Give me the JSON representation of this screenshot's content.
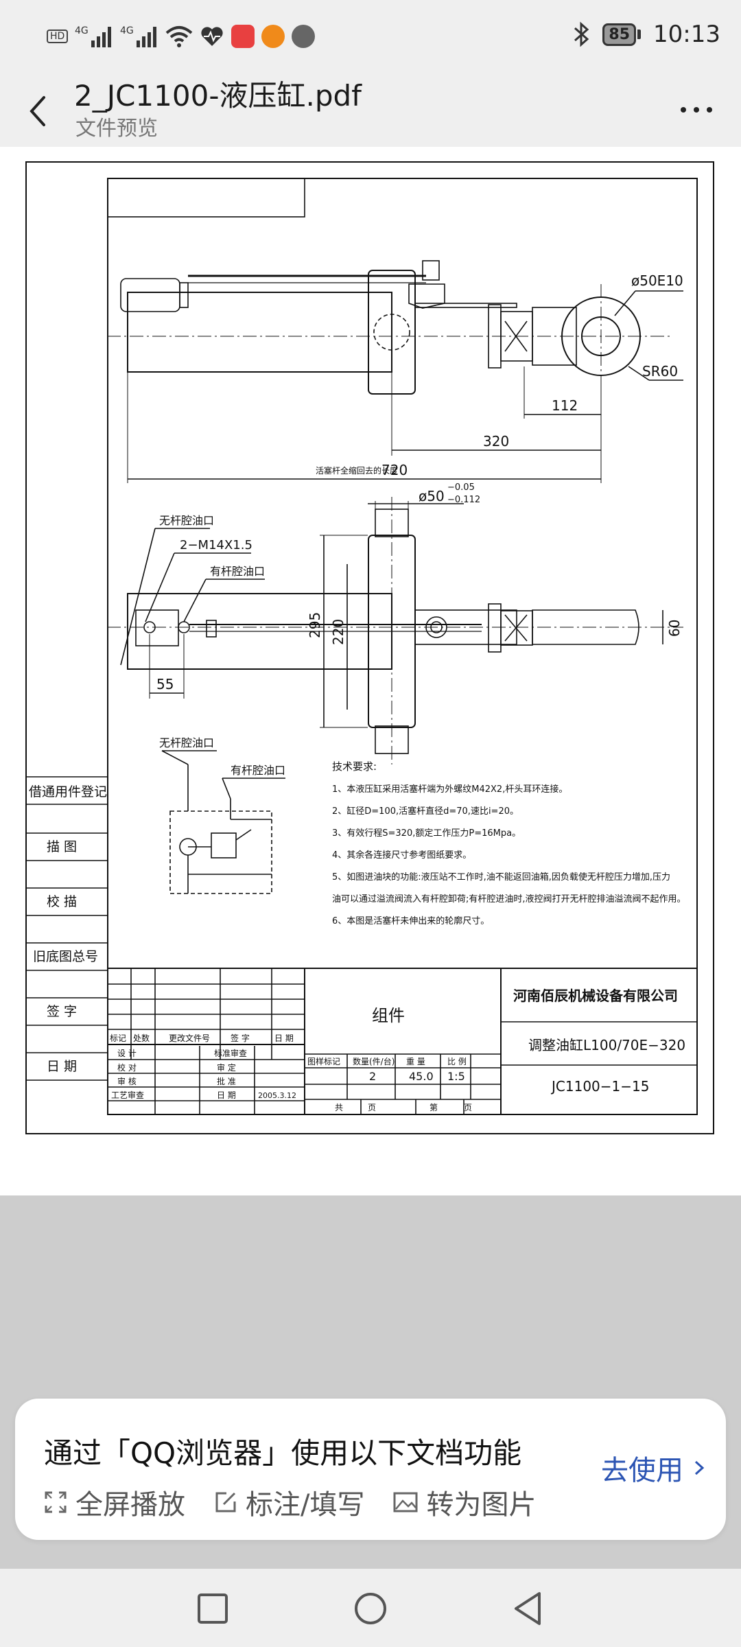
{
  "status_bar": {
    "time": "10:13",
    "battery": "85",
    "left_icons": [
      "hd-icon",
      "signal-4g-icon",
      "signal-4g-icon",
      "wifi-icon",
      "heart-rate-icon",
      "red-app-icon",
      "orange-play-icon",
      "globe-icon"
    ],
    "right_icons": [
      "bluetooth-icon"
    ]
  },
  "header": {
    "title": "2_JC1100-液压缸.pdf",
    "subtitle": "文件预览"
  },
  "drawing": {
    "dims": {
      "d50e10": "ø50E10",
      "sr60": "SR60",
      "d112": "112",
      "d320": "320",
      "d720": "720",
      "d720_note": "活塞杆全缩回去的长度",
      "d50_tol": "ø50",
      "tol_upper": "−0.05",
      "tol_lower": "−0.112",
      "d295": "295",
      "d220": "220",
      "d55": "55",
      "d60": "60"
    },
    "labels": {
      "rodless_port": "无杆腔油口",
      "thread": "2−M14X1.5",
      "rod_port": "有杆腔油口",
      "rodless_port2": "无杆腔油口",
      "rod_port2": "有杆腔油口"
    },
    "notes": {
      "heading": "技术要求:",
      "lines": [
        "1、本液压缸采用活塞杆端为外螺纹M42X2,杆头耳环连接。",
        "2、缸径D=100,活塞杆直径d=70,速比i=20。",
        "3、有效行程S=320,额定工作压力P=16Mpa。",
        "4、其余各连接尺寸参考图纸要求。",
        "5、如图进油块的功能:液压站不工作时,油不能返回油箱,因负载使无杆腔压力增加,压力",
        "油可以通过溢流阀流入有杆腔卸荷;有杆腔进油时,液控阀打开无杆腔排油溢流阀不起作用。",
        "6、本图是活塞杆未伸出来的轮廓尺寸。"
      ]
    },
    "side_labels": [
      "借通用件登记",
      "描 图",
      "校 描",
      "旧底图总号",
      "签 字",
      "日 期"
    ],
    "title_block": {
      "company": "河南佰辰机械设备有限公司",
      "assembly": "组件",
      "part_name": "调整油缸L100/70E−320",
      "part_no": "JC1100−1−15",
      "h_mark": "标记",
      "h_count": "处数",
      "h_file": "更改文件号",
      "h_sign": "签 字",
      "h_date": "日 期",
      "r_design": "设 计",
      "r_check": "校 对",
      "r_review": "审 核",
      "r_process": "工艺审查",
      "r_std": "标准审查",
      "r_audit": "审 定",
      "r_approve": "批 准",
      "r_date": "日 期",
      "date_value": "2005.3.12",
      "h_pattern": "图样标记",
      "h_qty": "数量(件/台)",
      "h_weight": "重 量",
      "h_scale": "比 例",
      "qty": "2",
      "weight": "45.0",
      "scale": "1:5",
      "total": "共",
      "page_word": "页",
      "nth": "第",
      "page_word2": "页"
    }
  },
  "promo": {
    "text": "通过「QQ浏览器」使用以下文档功能",
    "actions": [
      {
        "label": "全屏播放",
        "icon": "fullscreen-icon"
      },
      {
        "label": "标注/填写",
        "icon": "edit-icon"
      },
      {
        "label": "转为图片",
        "icon": "image-icon"
      }
    ],
    "cta": "去使用"
  },
  "nav": {
    "buttons": [
      "recent-apps-button",
      "home-button",
      "back-button"
    ]
  }
}
